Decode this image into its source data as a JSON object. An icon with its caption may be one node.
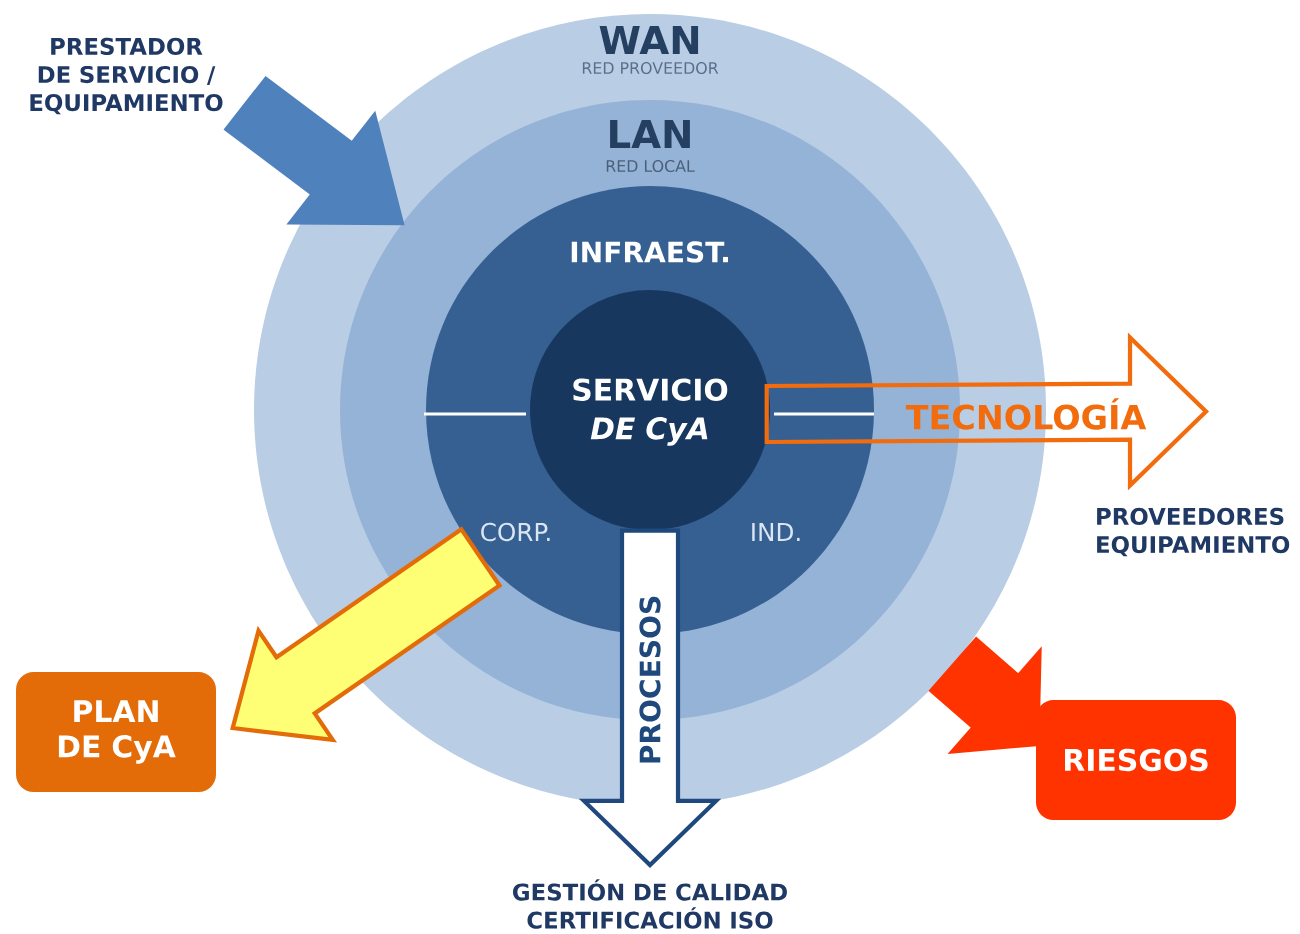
{
  "diagram": {
    "nodes": [
      {
        "text": [
          "WAN",
          "RED PROVEEDOR"
        ]
      },
      {
        "text": [
          "LAN",
          "RED LOCAL"
        ],
        "in": 0
      },
      {
        "text": [
          "INFRAEST.",
          "CORP.",
          "IND."
        ],
        "in": 1
      },
      {
        "text": [
          "SERVICIO *DE CyA*"
        ],
        "in": 2
      },
      {
        "text": [
          "PRESTADOR DE SERVICIO / EQUIPAMIENTO"
        ]
      },
      {
        "text": [
          "PLAN DE CyA"
        ]
      },
      {
        "text": [
          "RIESGOS"
        ]
      },
      {
        "text": [
          "PROVEEDORES EQUIPAMIENTO"
        ]
      },
      {
        "text": [
          "GESTIÓN DE CALIDAD CERTIFICACIÓN ISO"
        ]
      }
    ],
    "edges": [
      {
        "from": 4,
        "to": 1,
        "arrow": "to",
        "color": "#4f81bd"
      },
      {
        "from": 3,
        "to": 7,
        "arrow": "to",
        "label": "TECNOLOGÍA",
        "color": "#f26c0d"
      },
      {
        "from": 2,
        "to": 5,
        "arrow": "to",
        "color": "#e36c09"
      },
      {
        "from": 3,
        "to": 8,
        "arrow": "to",
        "label": "PROCESOS",
        "color": "#1f497d"
      },
      {
        "from": 0,
        "to": 6,
        "arrow": "to",
        "color": "#ff3300"
      }
    ]
  }
}
